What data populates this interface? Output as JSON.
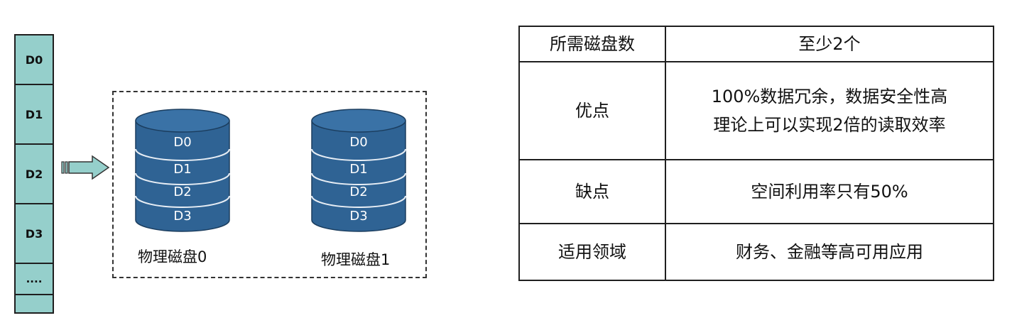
{
  "stack": {
    "cells": [
      "D0",
      "D1",
      "D2",
      "D3",
      "...."
    ]
  },
  "disks": [
    {
      "name": "物理磁盘0",
      "blocks": [
        "D0",
        "D1",
        "D2",
        "D3"
      ]
    },
    {
      "name": "物理磁盘1",
      "blocks": [
        "D0",
        "D1",
        "D2",
        "D3"
      ]
    }
  ],
  "colors": {
    "stack_fill": "#95cfcb",
    "disk_fill": "#2f6394",
    "arrow_fill": "#95cfcb"
  },
  "table": {
    "rows": [
      {
        "label": "所需磁盘数",
        "lines": [
          "至少2个"
        ]
      },
      {
        "label": "优点",
        "lines": [
          "100%数据冗余，数据安全性高",
          "理论上可以实现2倍的读取效率"
        ]
      },
      {
        "label": "缺点",
        "lines": [
          "空间利用率只有50%"
        ]
      },
      {
        "label": "适用领域",
        "lines": [
          "财务、金融等高可用应用"
        ]
      }
    ]
  }
}
